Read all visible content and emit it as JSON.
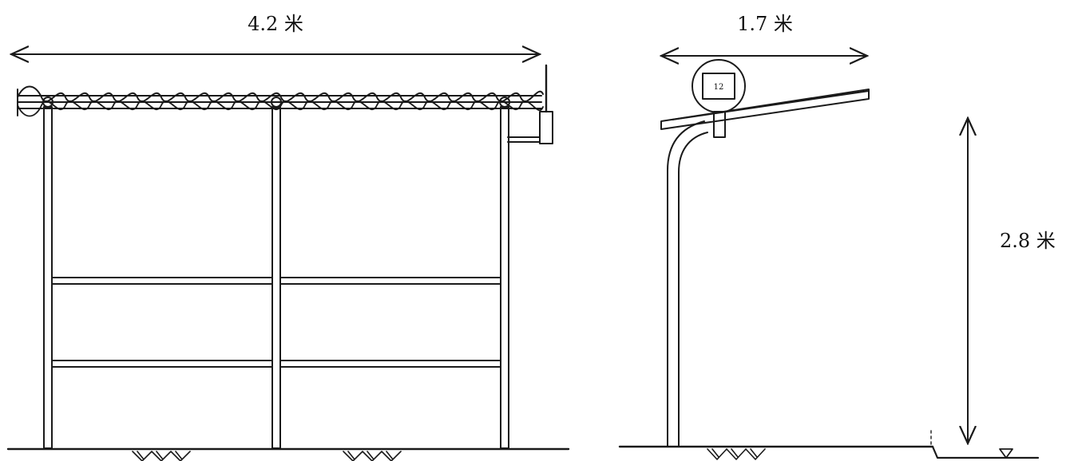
{
  "front_view": {
    "width_label": "4.2 米"
  },
  "side_view": {
    "depth_label": "1.7 米",
    "height_label": "2.8 米",
    "sign_text": "12"
  },
  "colors": {
    "ink": "#1a1a1a",
    "paper": "#ffffff"
  }
}
